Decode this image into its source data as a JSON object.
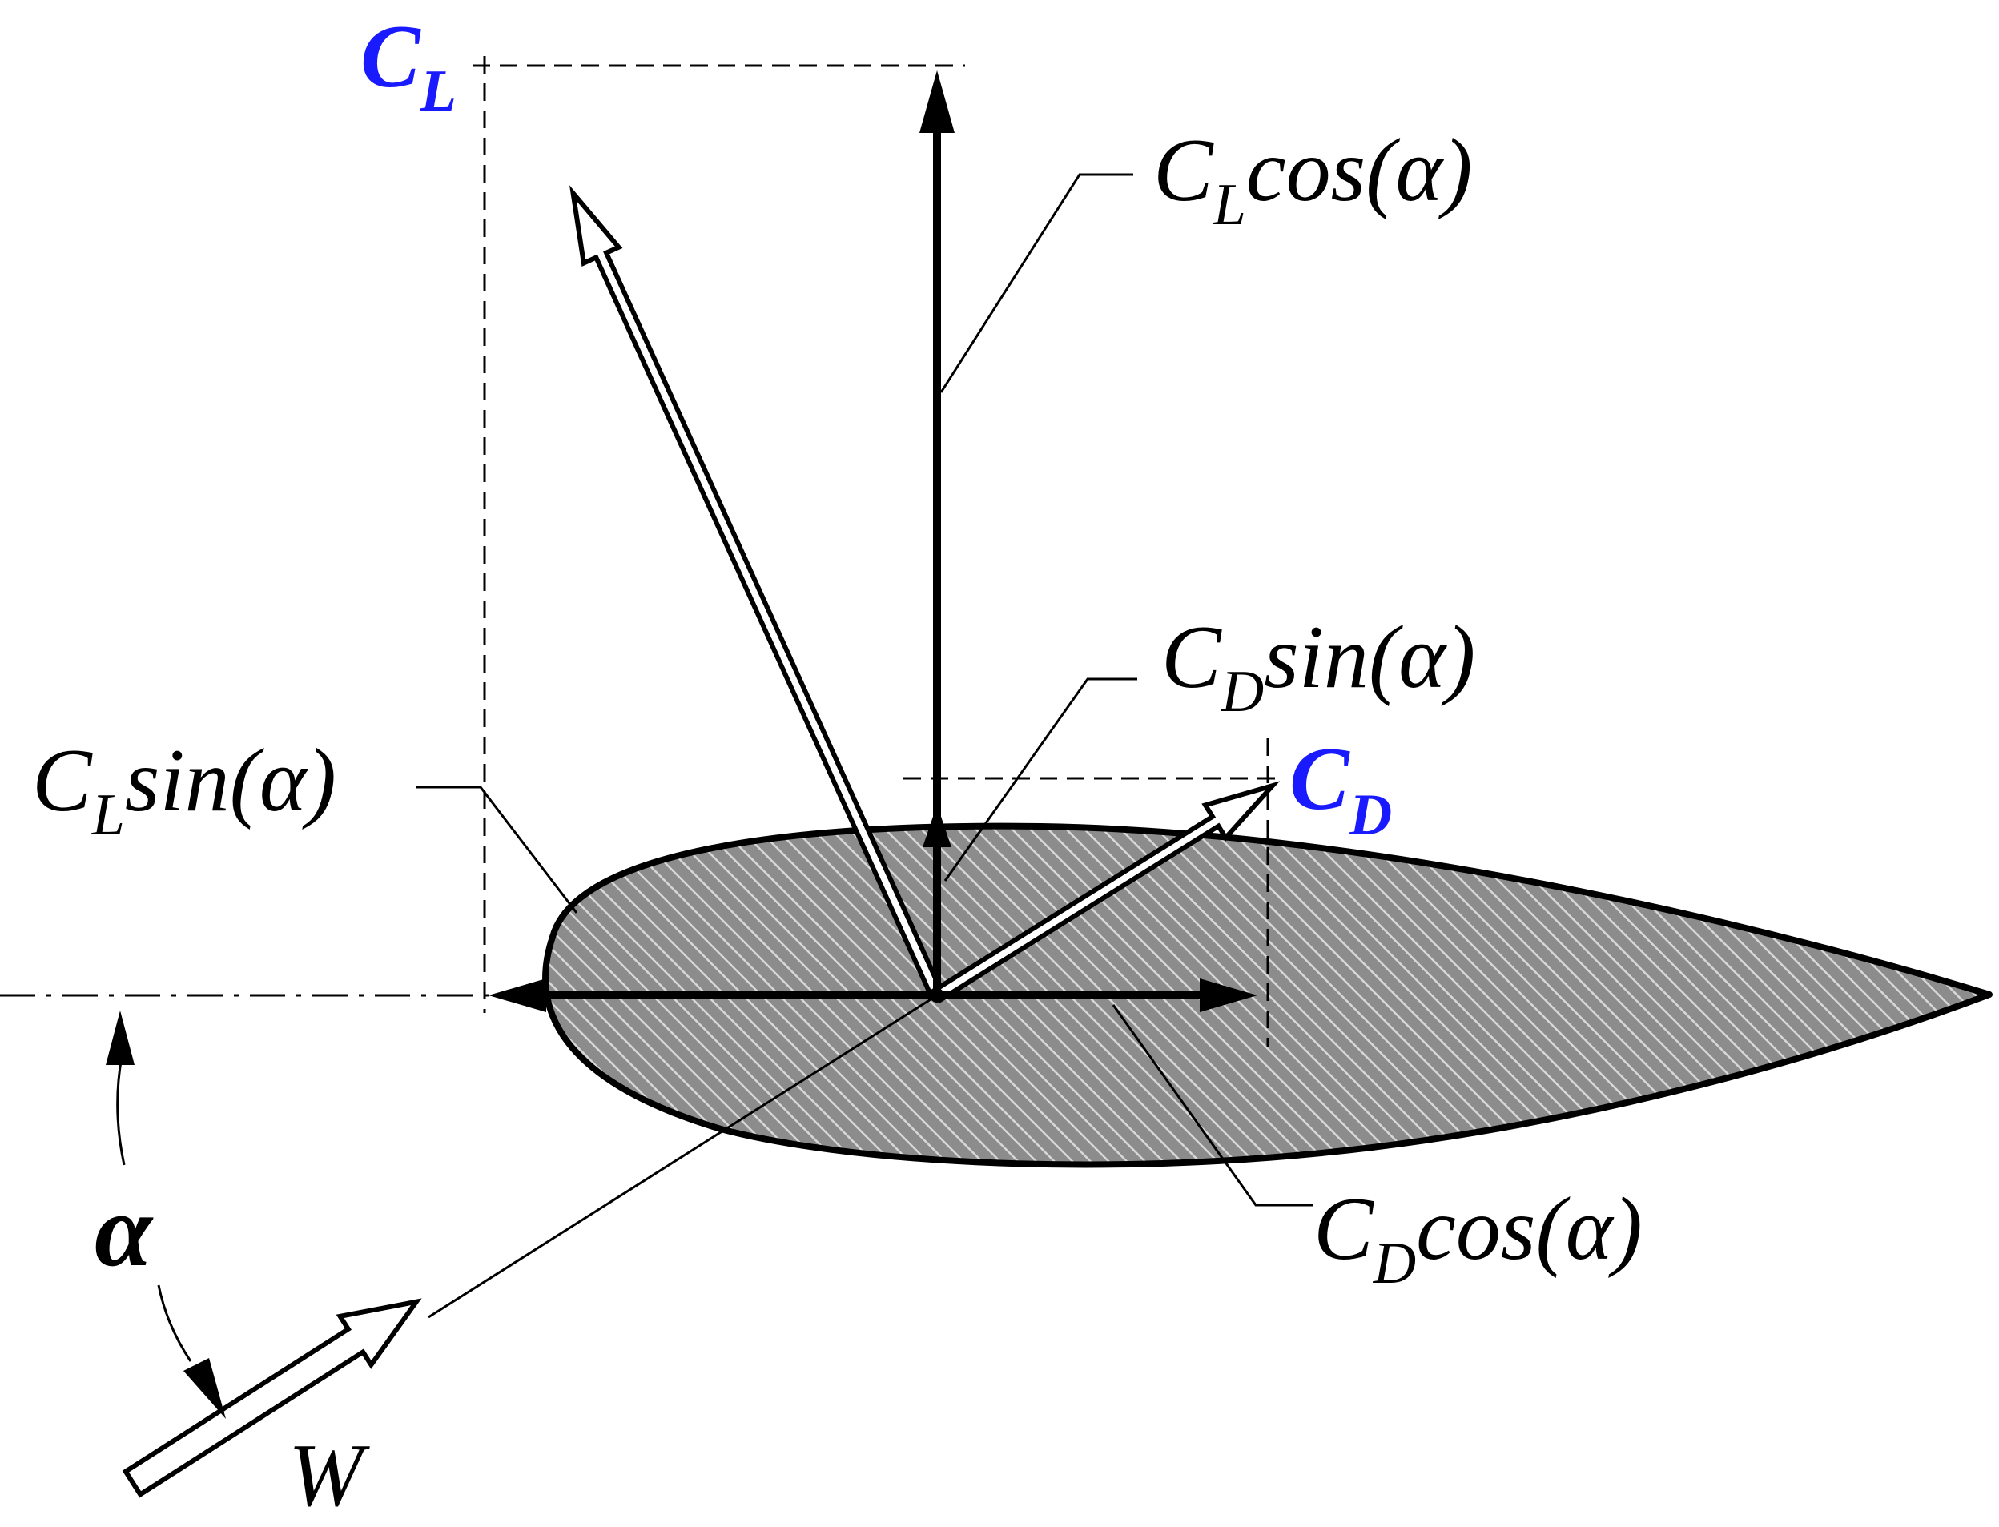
{
  "colors": {
    "accent": "#1a1aff",
    "ink": "#000000",
    "airfoil_fill": "#8c8c8c",
    "airfoil_hatch": "#d8d8d8",
    "background": "#ffffff"
  },
  "labels": {
    "cl": {
      "base": "C",
      "sub": "L"
    },
    "cd": {
      "base": "C",
      "sub": "D"
    },
    "cl_cos": {
      "base": "C",
      "sub": "L",
      "tail": "cos(α)"
    },
    "cd_sin": {
      "base": "C",
      "sub": "D",
      "tail": "sin(α)"
    },
    "cl_sin": {
      "base": "C",
      "sub": "L",
      "tail": "sin(α)"
    },
    "cd_cos": {
      "base": "C",
      "sub": "D",
      "tail": "cos(α)"
    },
    "alpha": "α",
    "w": "W"
  }
}
